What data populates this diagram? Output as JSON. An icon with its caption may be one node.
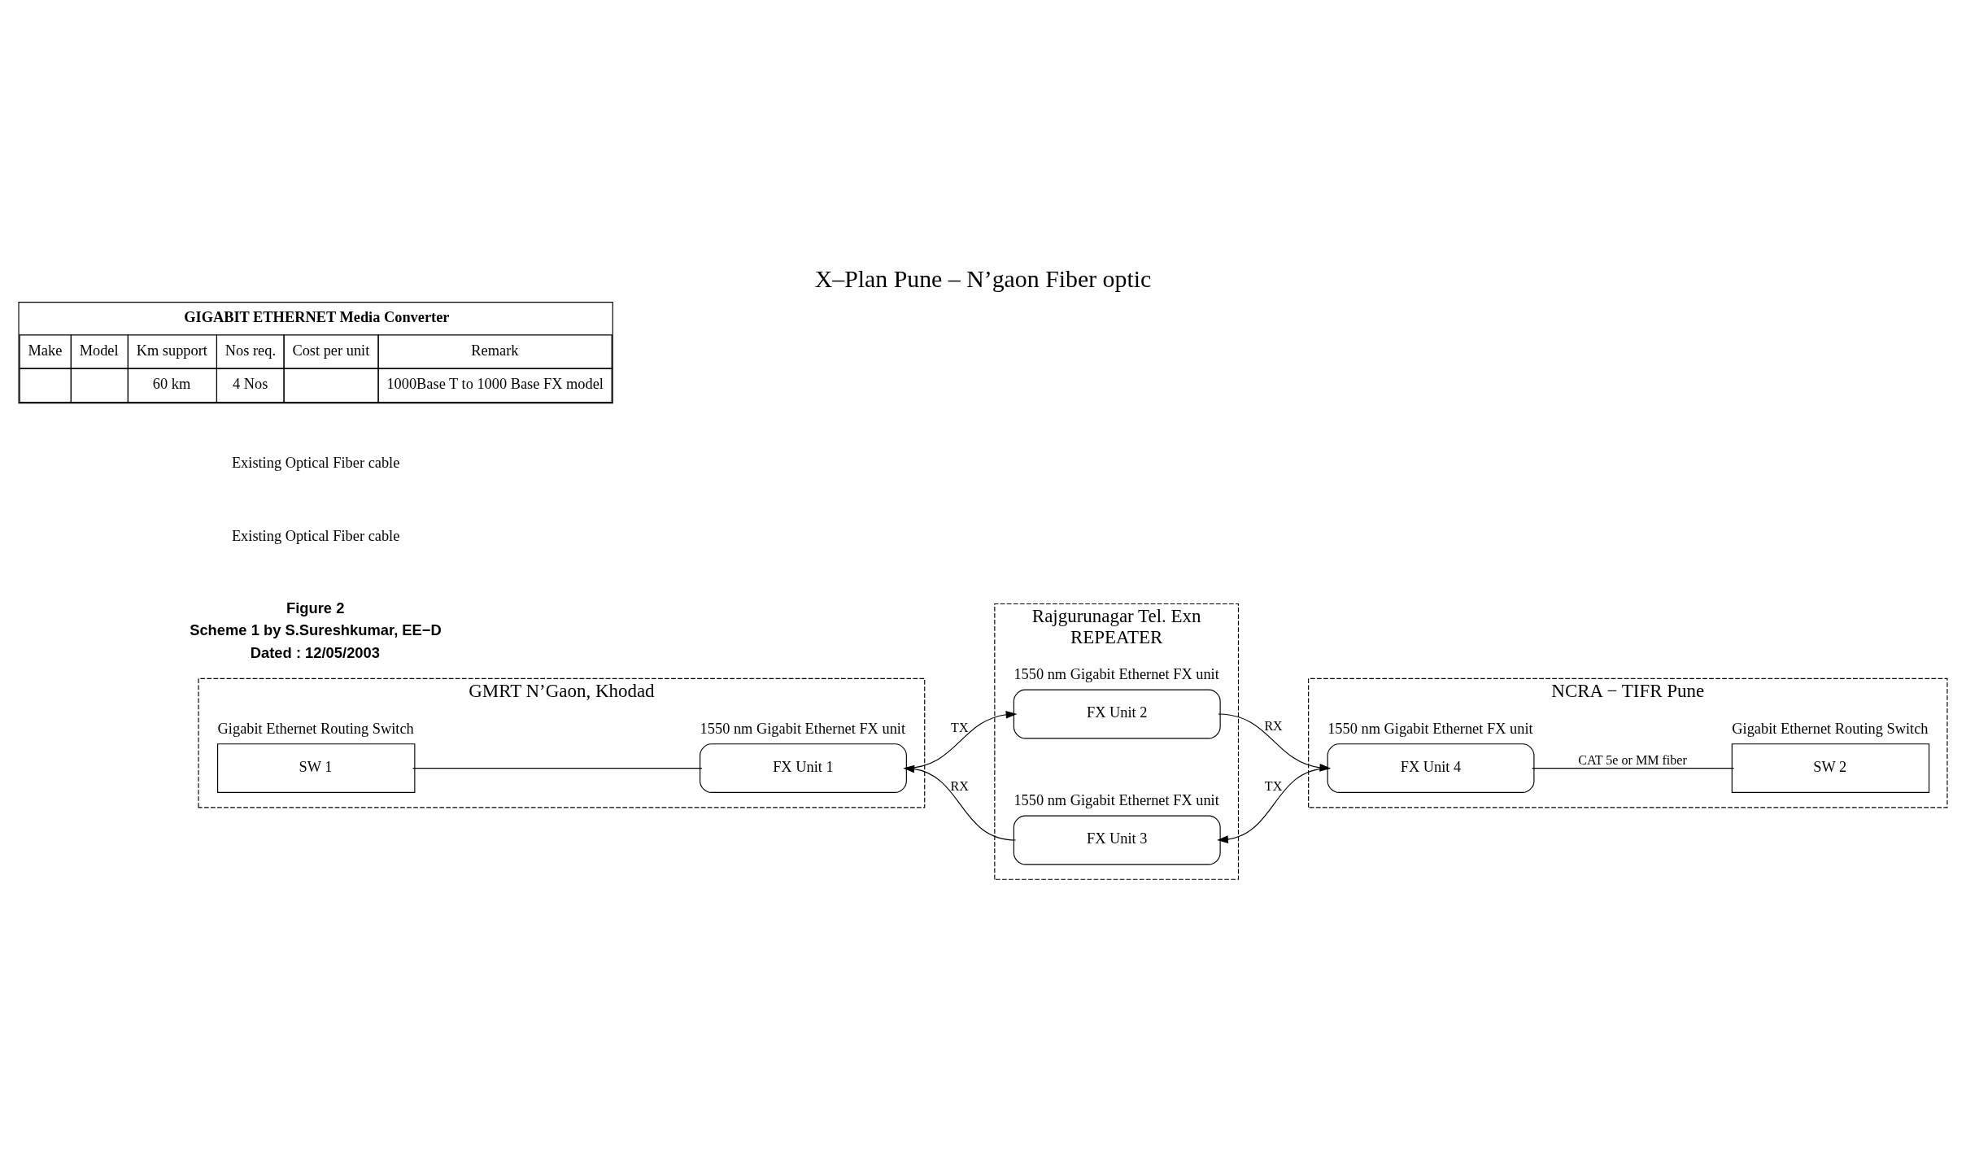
{
  "diagram": {
    "title": "X–Plan Pune – N’gaon Fiber optic",
    "nodes": [
      {
        "text": [
          "GMRT N’Gaon, Khodad"
        ]
      },
      {
        "text": [
          "SW 1"
        ],
        "in": 0,
        "beside": [
          "Gigabit Ethernet Routing Switch"
        ]
      },
      {
        "text": [
          "FX Unit 1"
        ],
        "in": 0,
        "beside": [
          "1550 nm Gigabit Ethernet FX unit"
        ]
      },
      {
        "text": [
          "Rajgurunagar Tel. Exn",
          "REPEATER"
        ]
      },
      {
        "text": [
          "FX Unit 2"
        ],
        "in": 3,
        "beside": [
          "1550 nm Gigabit Ethernet FX unit"
        ]
      },
      {
        "text": [
          "FX Unit 3"
        ],
        "in": 3,
        "beside": [
          "1550 nm Gigabit Ethernet FX unit"
        ]
      },
      {
        "text": [
          "NCRA − TIFR Pune"
        ]
      },
      {
        "text": [
          "FX Unit 4"
        ],
        "in": 6,
        "beside": [
          "1550 nm Gigabit Ethernet FX unit"
        ]
      },
      {
        "text": [
          "SW 2"
        ],
        "in": 6,
        "beside": [
          "Gigabit Ethernet Routing Switch"
        ]
      }
    ],
    "edges": [
      {
        "from": 1,
        "to": 2,
        "arrow": "none"
      },
      {
        "from": 2,
        "to": 4,
        "arrow": "to",
        "label": "TX"
      },
      {
        "from": 5,
        "to": 2,
        "arrow": "to",
        "label": "RX"
      },
      {
        "from": 4,
        "to": 7,
        "arrow": "to",
        "label": "RX"
      },
      {
        "from": 7,
        "to": 5,
        "arrow": "to",
        "label": "TX"
      },
      {
        "from": 7,
        "to": 8,
        "arrow": "none",
        "label": "CAT 5e or MM fiber"
      }
    ],
    "labels": [
      "Figure 2",
      "Scheme 1 by S.Sureshkumar, EE−D",
      "Dated : 12/05/2003",
      "Existing Optical Fiber cable",
      "Existing Optical Fiber cable",
      "GIGABIT ETHERNET Media Converter",
      "Make",
      "Model",
      "Km support",
      "Nos req.",
      "Cost per unit",
      "Remark",
      "60 km",
      "4 Nos",
      "1000Base T to 1000 Base FX model"
    ]
  }
}
